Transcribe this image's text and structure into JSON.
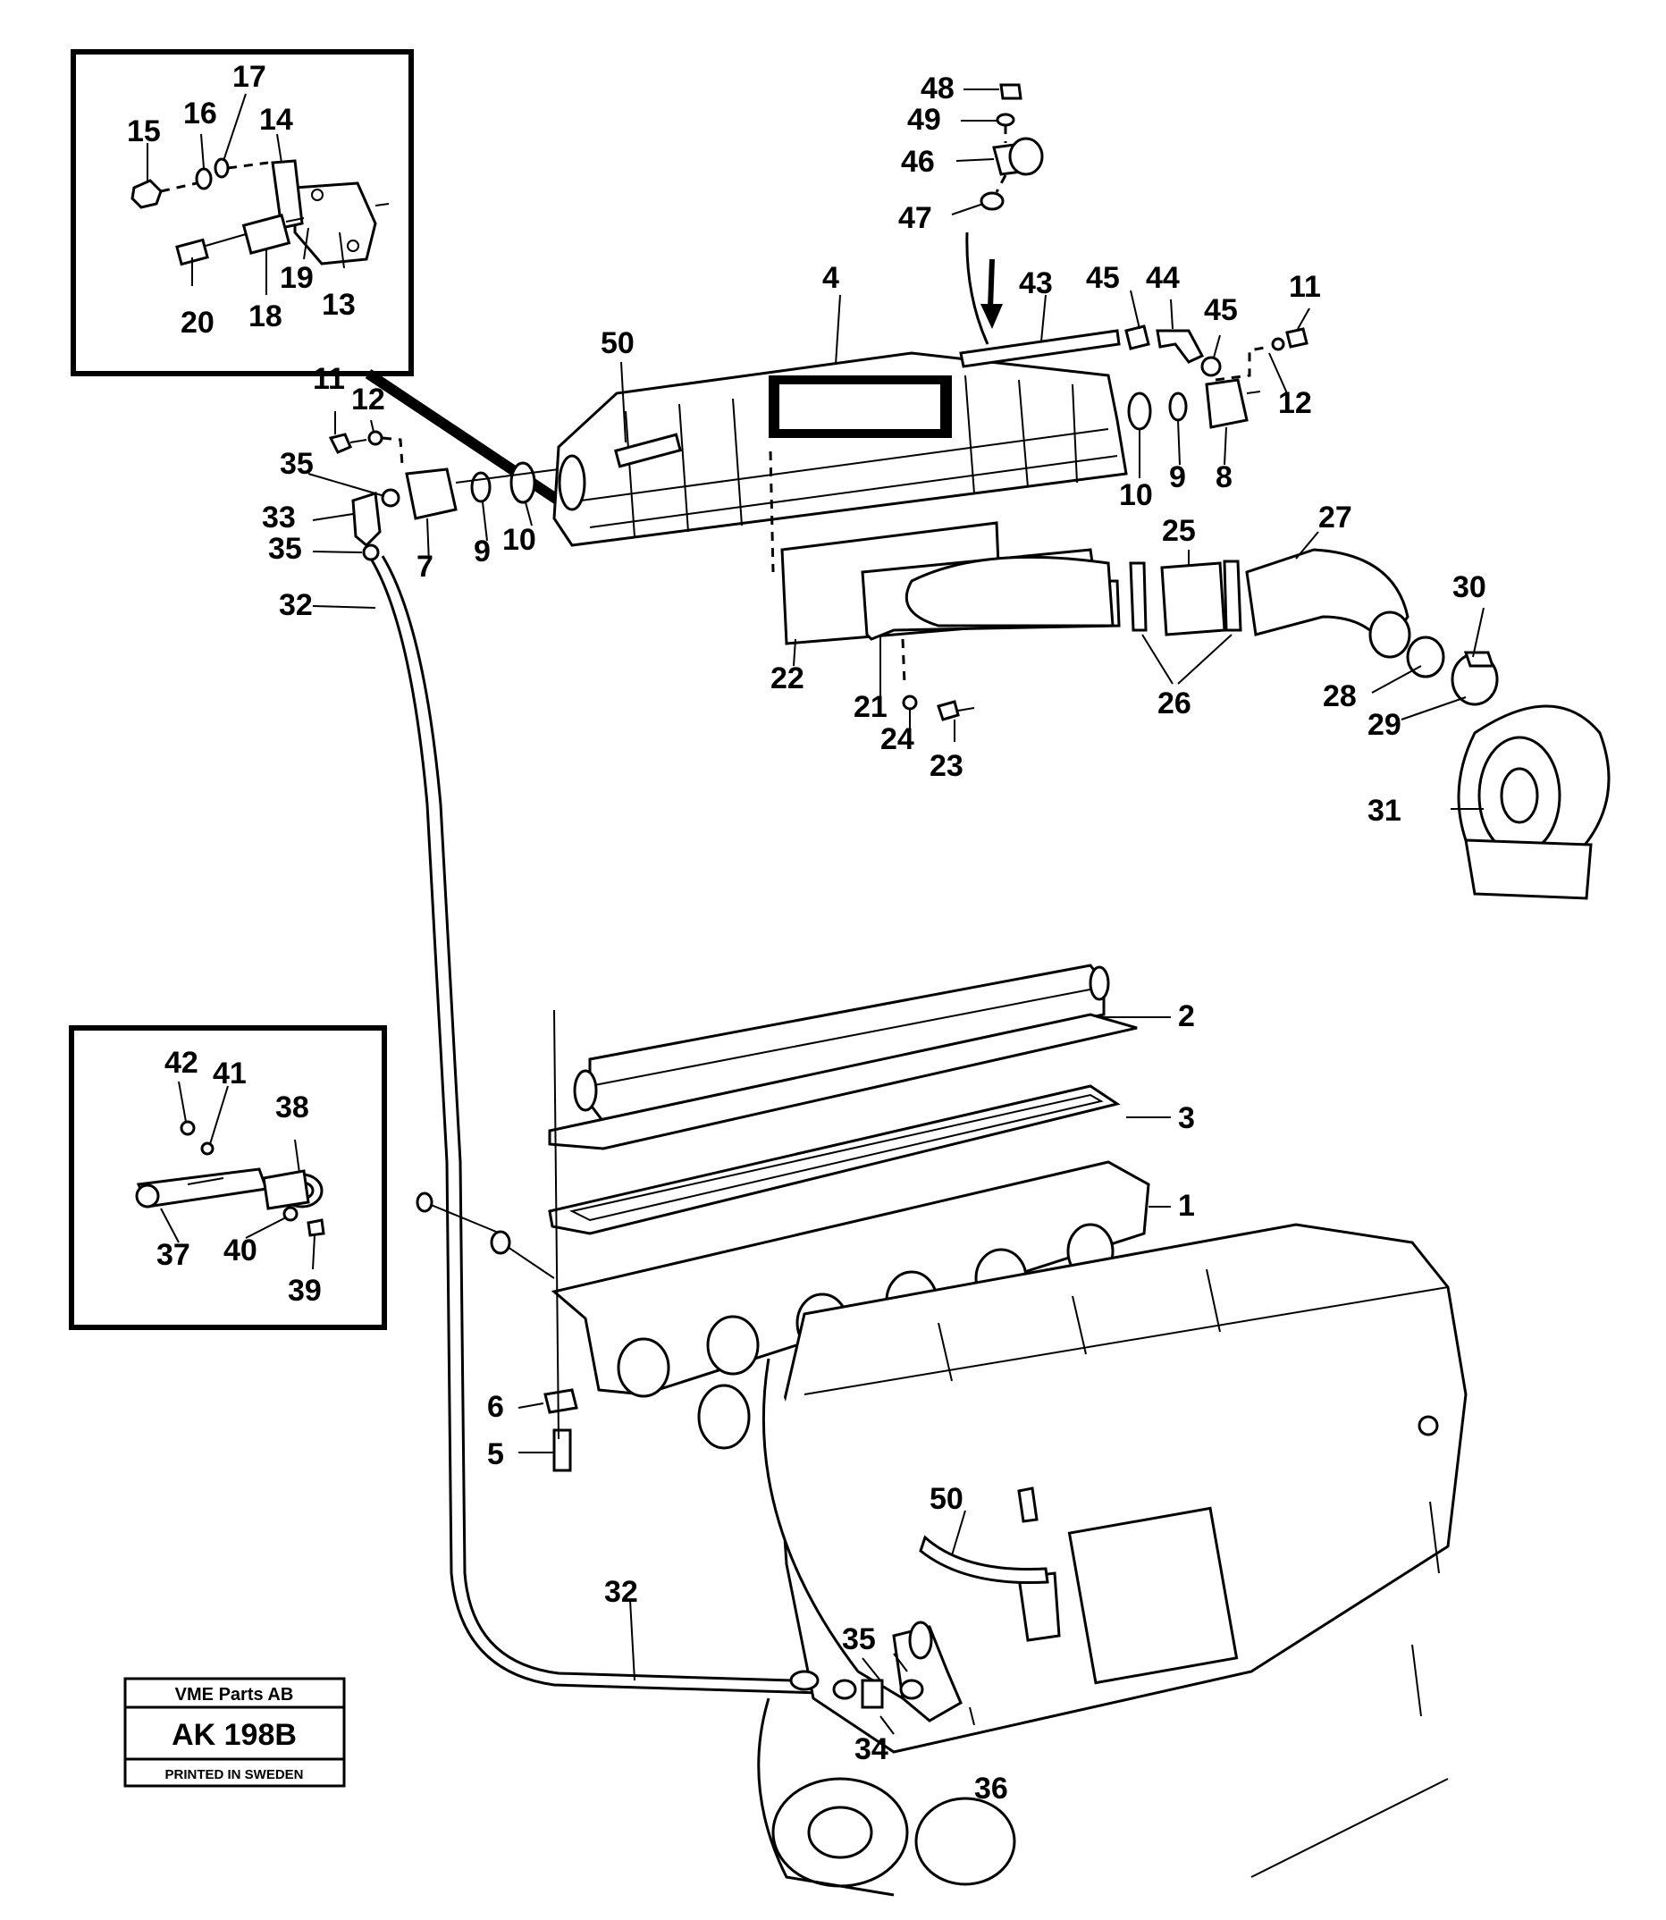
{
  "callouts": {
    "c1": "1",
    "c2": "2",
    "c3": "3",
    "c4": "4",
    "c5": "5",
    "c6": "6",
    "c7": "7",
    "c8": "8",
    "c9": "9",
    "c10": "10",
    "c11": "11",
    "c12": "12",
    "c13": "13",
    "c14": "14",
    "c15": "15",
    "c16": "16",
    "c17": "17",
    "c18": "18",
    "c19": "19",
    "c20": "20",
    "c21": "21",
    "c22": "22",
    "c23": "23",
    "c24": "24",
    "c25": "25",
    "c26": "26",
    "c27": "27",
    "c28": "28",
    "c29": "29",
    "c30": "30",
    "c31": "31",
    "c32": "32",
    "c33": "33",
    "c34": "34",
    "c35": "35",
    "c36": "36",
    "c37": "37",
    "c38": "38",
    "c39": "39",
    "c40": "40",
    "c41": "41",
    "c42": "42",
    "c43": "43",
    "c44": "44",
    "c45": "45",
    "c46": "46",
    "c47": "47",
    "c48": "48",
    "c49": "49",
    "c50": "50"
  },
  "stamp": {
    "company": "VME Parts AB",
    "code": "AK 198B",
    "printed": "PRINTED IN SWEDEN"
  }
}
